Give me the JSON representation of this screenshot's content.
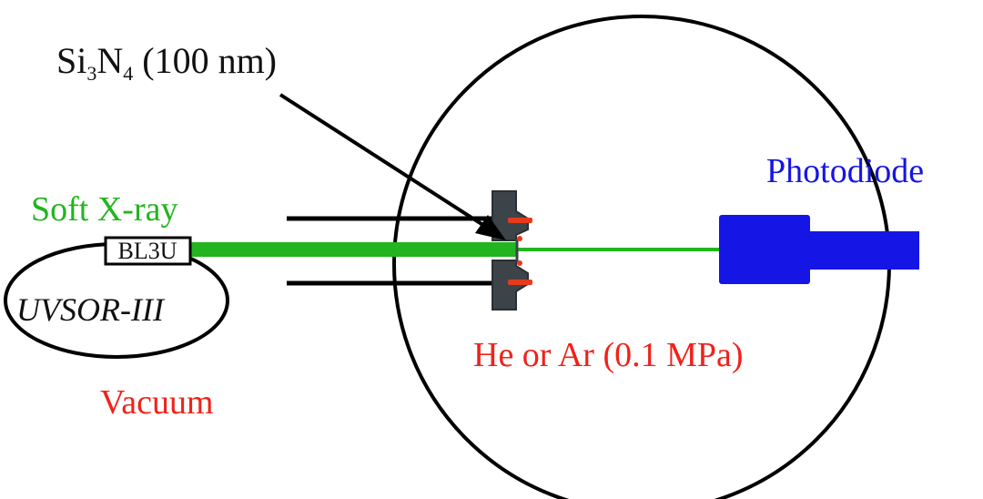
{
  "labels": {
    "membrane_prefix": "Si",
    "membrane_sub1": "3",
    "membrane_mid": "N",
    "membrane_sub2": "4",
    "membrane_thickness": " (100 nm)",
    "soft_xray": "Soft X-ray",
    "beamline": "BL3U",
    "ring": "UVSOR-III",
    "vacuum": "Vacuum",
    "gas": "He or Ar (0.1 MPa)",
    "detector": "Photodiode"
  },
  "colors": {
    "beam": "#22b51f",
    "gas_label": "#f0221a",
    "detector": "#1515e6",
    "cell_body": "#3c4449",
    "seal": "#e63a1a",
    "outline": "#000000"
  }
}
